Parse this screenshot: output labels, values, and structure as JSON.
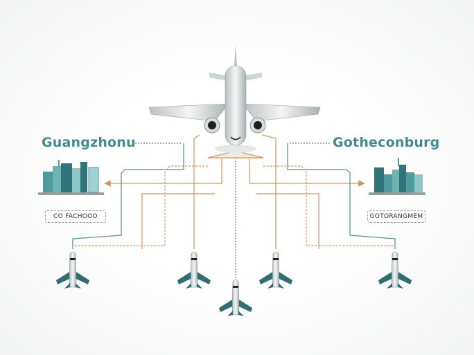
{
  "origin": {
    "name": "Guangzhonu",
    "code": "CO FACHOOO"
  },
  "destination": {
    "name": "Gotheconburg",
    "code": "GOTORANGMEM"
  },
  "colors": {
    "teal": "#3c8f8c",
    "orange": "#d9945a",
    "route_teal": "#4d8f92",
    "plane_body": "#d6dadb"
  },
  "icons": [
    "airplane-main-icon",
    "city-skyline-icon",
    "small-airplane-icon",
    "arrow-icon"
  ]
}
